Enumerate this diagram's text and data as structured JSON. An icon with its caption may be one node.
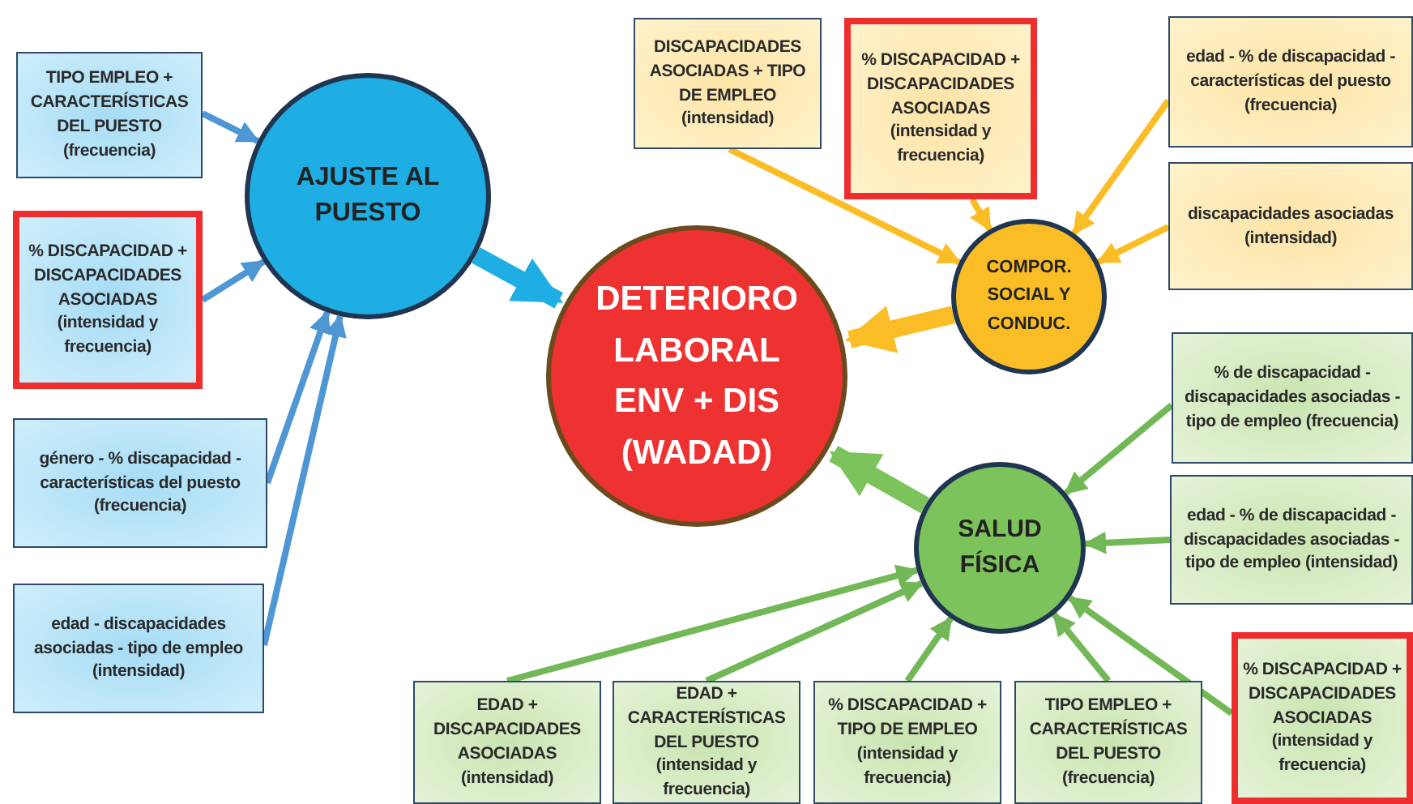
{
  "diagram": {
    "nodes": [
      {
        "text": [
          "DETERIORO LABORAL ENV + DIS (WADAD)"
        ]
      },
      {
        "text": [
          "AJUSTE AL PUESTO"
        ]
      },
      {
        "text": [
          "COMPOR. SOCIAL Y CONDUC."
        ]
      },
      {
        "text": [
          "SALUD FÍSICA"
        ]
      },
      {
        "text": [
          "TIPO EMPLEO + CARACTERÍSTICAS DEL PUESTO (frecuencia)"
        ]
      },
      {
        "text": [
          "% DISCAPACIDAD + DISCAPACIDADES ASOCIADAS (intensidad y frecuencia)"
        ]
      },
      {
        "text": [
          "género - % discapacidad - características del puesto (frecuencia)"
        ]
      },
      {
        "text": [
          "edad - discapacidades asociadas - tipo de empleo (intensidad)"
        ]
      },
      {
        "text": [
          "DISCAPACIDADES ASOCIADAS + TIPO DE EMPLEO (intensidad)"
        ]
      },
      {
        "text": [
          "% DISCAPACIDAD + DISCAPACIDADES ASOCIADAS (intensidad y frecuencia)"
        ]
      },
      {
        "text": [
          "edad - % de discapacidad - características del puesto (frecuencia)"
        ]
      },
      {
        "text": [
          "discapacidades asociadas (intensidad)"
        ]
      },
      {
        "text": [
          "% de discapacidad - discapacidades asociadas - tipo de empleo (frecuencia)"
        ]
      },
      {
        "text": [
          "edad - % de discapacidad - discapacidades asociadas - tipo de empleo (intensidad)"
        ]
      },
      {
        "text": [
          "% DISCAPACIDAD + DISCAPACIDADES ASOCIADAS (intensidad y frecuencia)"
        ]
      },
      {
        "text": [
          "EDAD + DISCAPACIDADES ASOCIADAS (intensidad)"
        ]
      },
      {
        "text": [
          "EDAD + CARACTERÍSTICAS DEL PUESTO (intensidad y frecuencia)"
        ]
      },
      {
        "text": [
          "% DISCAPACIDAD + TIPO DE EMPLEO (intensidad y frecuencia)"
        ]
      },
      {
        "text": [
          "TIPO EMPLEO + CARACTERÍSTICAS DEL PUESTO (frecuencia)"
        ]
      }
    ],
    "edges": [
      {
        "from": 4,
        "to": 1,
        "arrow": "to",
        "color": "#4f96d4"
      },
      {
        "from": 5,
        "to": 1,
        "arrow": "to",
        "color": "#4f96d4"
      },
      {
        "from": 6,
        "to": 1,
        "arrow": "to",
        "color": "#4f96d4"
      },
      {
        "from": 7,
        "to": 1,
        "arrow": "to",
        "color": "#4f96d4"
      },
      {
        "from": 8,
        "to": 2,
        "arrow": "to",
        "color": "#fbbd25"
      },
      {
        "from": 9,
        "to": 2,
        "arrow": "to",
        "color": "#fbbd25"
      },
      {
        "from": 10,
        "to": 2,
        "arrow": "to",
        "color": "#fbbd25"
      },
      {
        "from": 11,
        "to": 2,
        "arrow": "to",
        "color": "#fbbd25"
      },
      {
        "from": 12,
        "to": 3,
        "arrow": "to",
        "color": "#72b857"
      },
      {
        "from": 13,
        "to": 3,
        "arrow": "to",
        "color": "#72b857"
      },
      {
        "from": 14,
        "to": 3,
        "arrow": "to",
        "color": "#72b857"
      },
      {
        "from": 15,
        "to": 3,
        "arrow": "to",
        "color": "#72b857"
      },
      {
        "from": 16,
        "to": 3,
        "arrow": "to",
        "color": "#72b857"
      },
      {
        "from": 17,
        "to": 3,
        "arrow": "to",
        "color": "#72b857"
      },
      {
        "from": 18,
        "to": 3,
        "arrow": "to",
        "color": "#72b857"
      },
      {
        "from": 1,
        "to": 0,
        "arrow": "to",
        "style": "thick",
        "color": "#1eaee3"
      },
      {
        "from": 2,
        "to": 0,
        "arrow": "to",
        "style": "thick",
        "color": "#fbbd25"
      },
      {
        "from": 3,
        "to": 0,
        "arrow": "to",
        "style": "thick",
        "color": "#7dc35b"
      }
    ]
  }
}
